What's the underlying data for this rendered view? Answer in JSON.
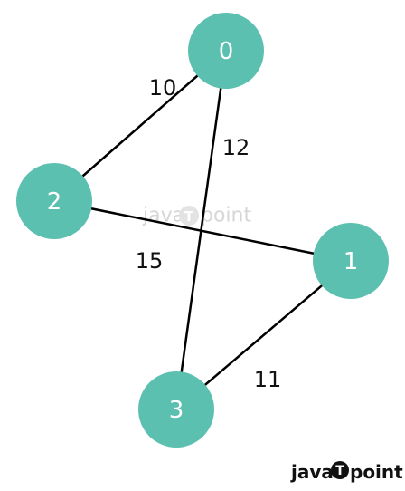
{
  "graph": {
    "node_color": "#5cc0b0",
    "edge_color": "#000000",
    "nodes": [
      {
        "id": "0",
        "label": "0"
      },
      {
        "id": "1",
        "label": "1"
      },
      {
        "id": "2",
        "label": "2"
      },
      {
        "id": "3",
        "label": "3"
      }
    ],
    "edges": [
      {
        "from": "0",
        "to": "2",
        "weight": "10"
      },
      {
        "from": "0",
        "to": "3",
        "weight": "12"
      },
      {
        "from": "2",
        "to": "1",
        "weight": "15"
      },
      {
        "from": "1",
        "to": "3",
        "weight": "11"
      }
    ]
  },
  "watermark": {
    "text_left": "java",
    "text_right": "point"
  },
  "logo": {
    "text_left": "java",
    "text_right": "point",
    "accent_color": "#111111"
  }
}
